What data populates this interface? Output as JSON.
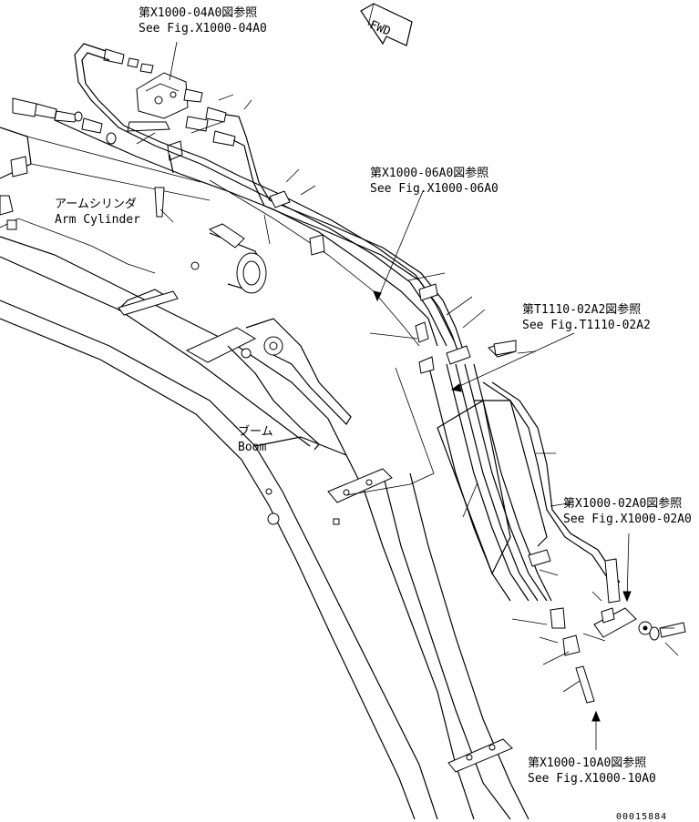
{
  "fwd_label": "FWD",
  "references": [
    {
      "jp": "第X1000-04A0図参照",
      "en": "See Fig.X1000-04A0"
    },
    {
      "jp": "第X1000-06A0図参照",
      "en": "See Fig.X1000-06A0"
    },
    {
      "jp": "第T1110-02A2図参照",
      "en": "See Fig.T1110-02A2"
    },
    {
      "jp": "第X1000-02A0図参照",
      "en": "See Fig.X1000-02A0"
    },
    {
      "jp": "第X1000-10A0図参照",
      "en": "See Fig.X1000-10A0"
    }
  ],
  "components": {
    "arm_cylinder": {
      "jp": "アームシリンダ",
      "en": "Arm Cylinder"
    },
    "boom": {
      "jp": "ブーム",
      "en": "Boom"
    }
  },
  "drawing_number": "00015884"
}
